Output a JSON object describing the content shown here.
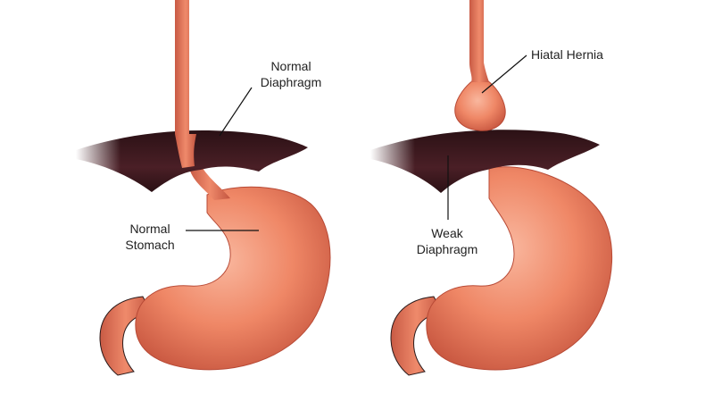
{
  "labels": {
    "normal_diaphragm": [
      "Normal",
      "Diaphragm"
    ],
    "normal_stomach": [
      "Normal",
      "Stomach"
    ],
    "hiatal_hernia": "Hiatal Hernia",
    "weak_diaphragm": [
      "Weak",
      "Diaphragm"
    ]
  },
  "colors": {
    "stomach": "#f08a6a",
    "stomach_dark": "#cf5a42",
    "stomach_light": "#f7b39a",
    "diaphragm": "#3a1a1f",
    "diaphragm_mid": "#5a2a30",
    "leader_line": "#111111"
  }
}
